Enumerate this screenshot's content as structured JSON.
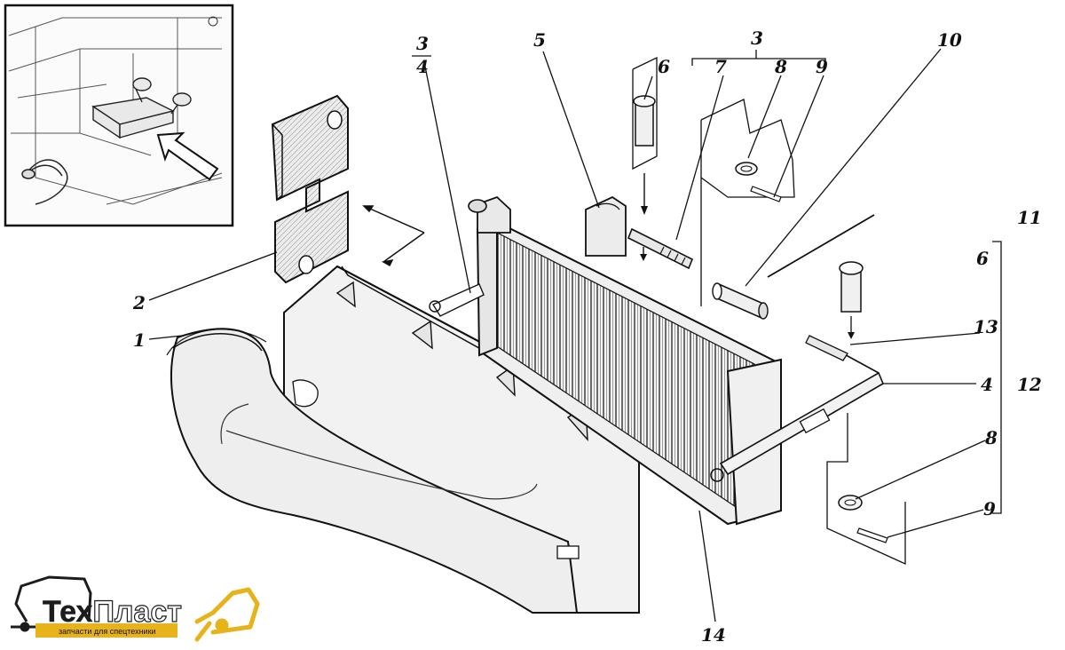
{
  "callouts": {
    "n1": "1",
    "n2": "2",
    "n3a": "3",
    "n4a": "4",
    "n3b": "3",
    "n5": "5",
    "n6a": "6",
    "n7": "7",
    "n8a": "8",
    "n9a": "9",
    "n10": "10",
    "n11": "11",
    "n6b": "6",
    "n13": "13",
    "n4b": "4",
    "n12": "12",
    "n8b": "8",
    "n9b": "9",
    "n14": "14"
  },
  "logo": {
    "brand_prefix": "Тех",
    "brand_suffix": "Пласт",
    "tagline": "запчасти для спецтехники",
    "colors": {
      "outline": "#1c1c1c",
      "accent": "#e8b21a"
    }
  },
  "inset": {
    "icon": "location-arrow-icon"
  }
}
